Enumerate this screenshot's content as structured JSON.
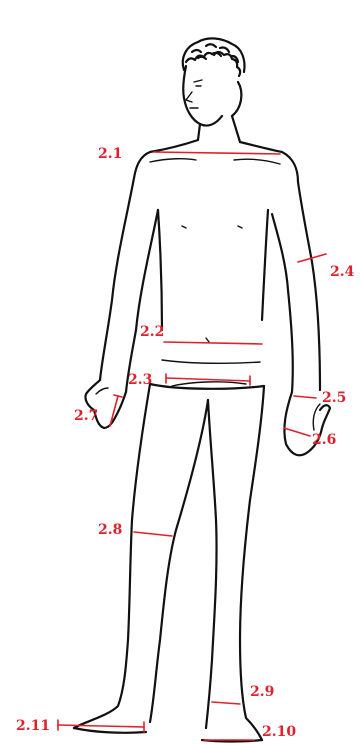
{
  "colors": {
    "ink": "#111111",
    "measure": "#e0202a",
    "background": "#ffffff"
  },
  "labels": {
    "l21": "2.1",
    "l22": "2.2",
    "l23": "2.3",
    "l24": "2.4",
    "l25": "2.5",
    "l26": "2.6",
    "l27": "2.7",
    "l28": "2.8",
    "l29": "2.9",
    "l210": "2.10",
    "l211": "2.11"
  }
}
